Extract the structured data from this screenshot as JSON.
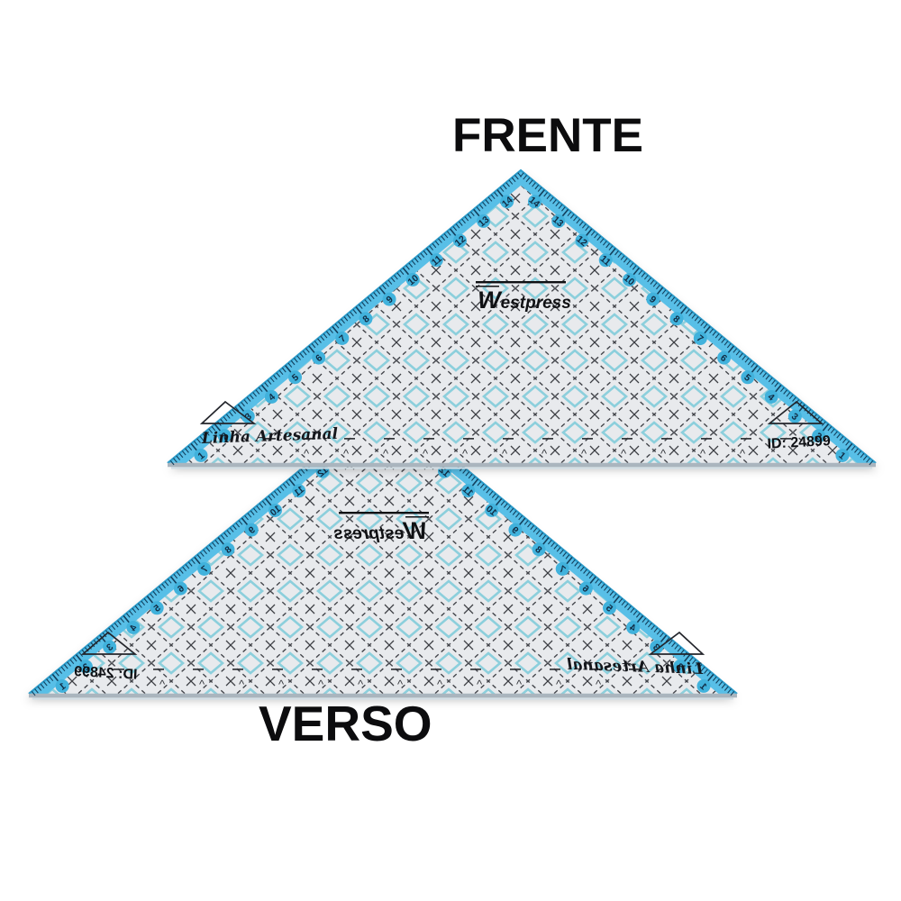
{
  "labels": {
    "front": "FRENTE",
    "back": "VERSO"
  },
  "ruler": {
    "brand": "Westpress",
    "collection": "Linha Artesanal",
    "id_label": "ID: 24899",
    "edge_numbers": [
      1,
      2,
      3,
      4,
      5,
      6,
      7,
      8,
      9,
      10,
      11,
      12,
      13,
      14
    ],
    "colors": {
      "body": "#e8eaed",
      "edge_band": "#58bfe7",
      "edge_outline": "#2a9ccb",
      "edge_tick": "#123f5c",
      "grid_dash": "#43454b",
      "inner_diamond": "#8ccfdc",
      "cross_mark": "#3b3d42",
      "number_badge": "#41b2dc",
      "number_text": "#112c44",
      "ink": "#101114",
      "bottom_edge": "#aab5be",
      "bottom_edge_light": "#d3dfe6"
    }
  }
}
